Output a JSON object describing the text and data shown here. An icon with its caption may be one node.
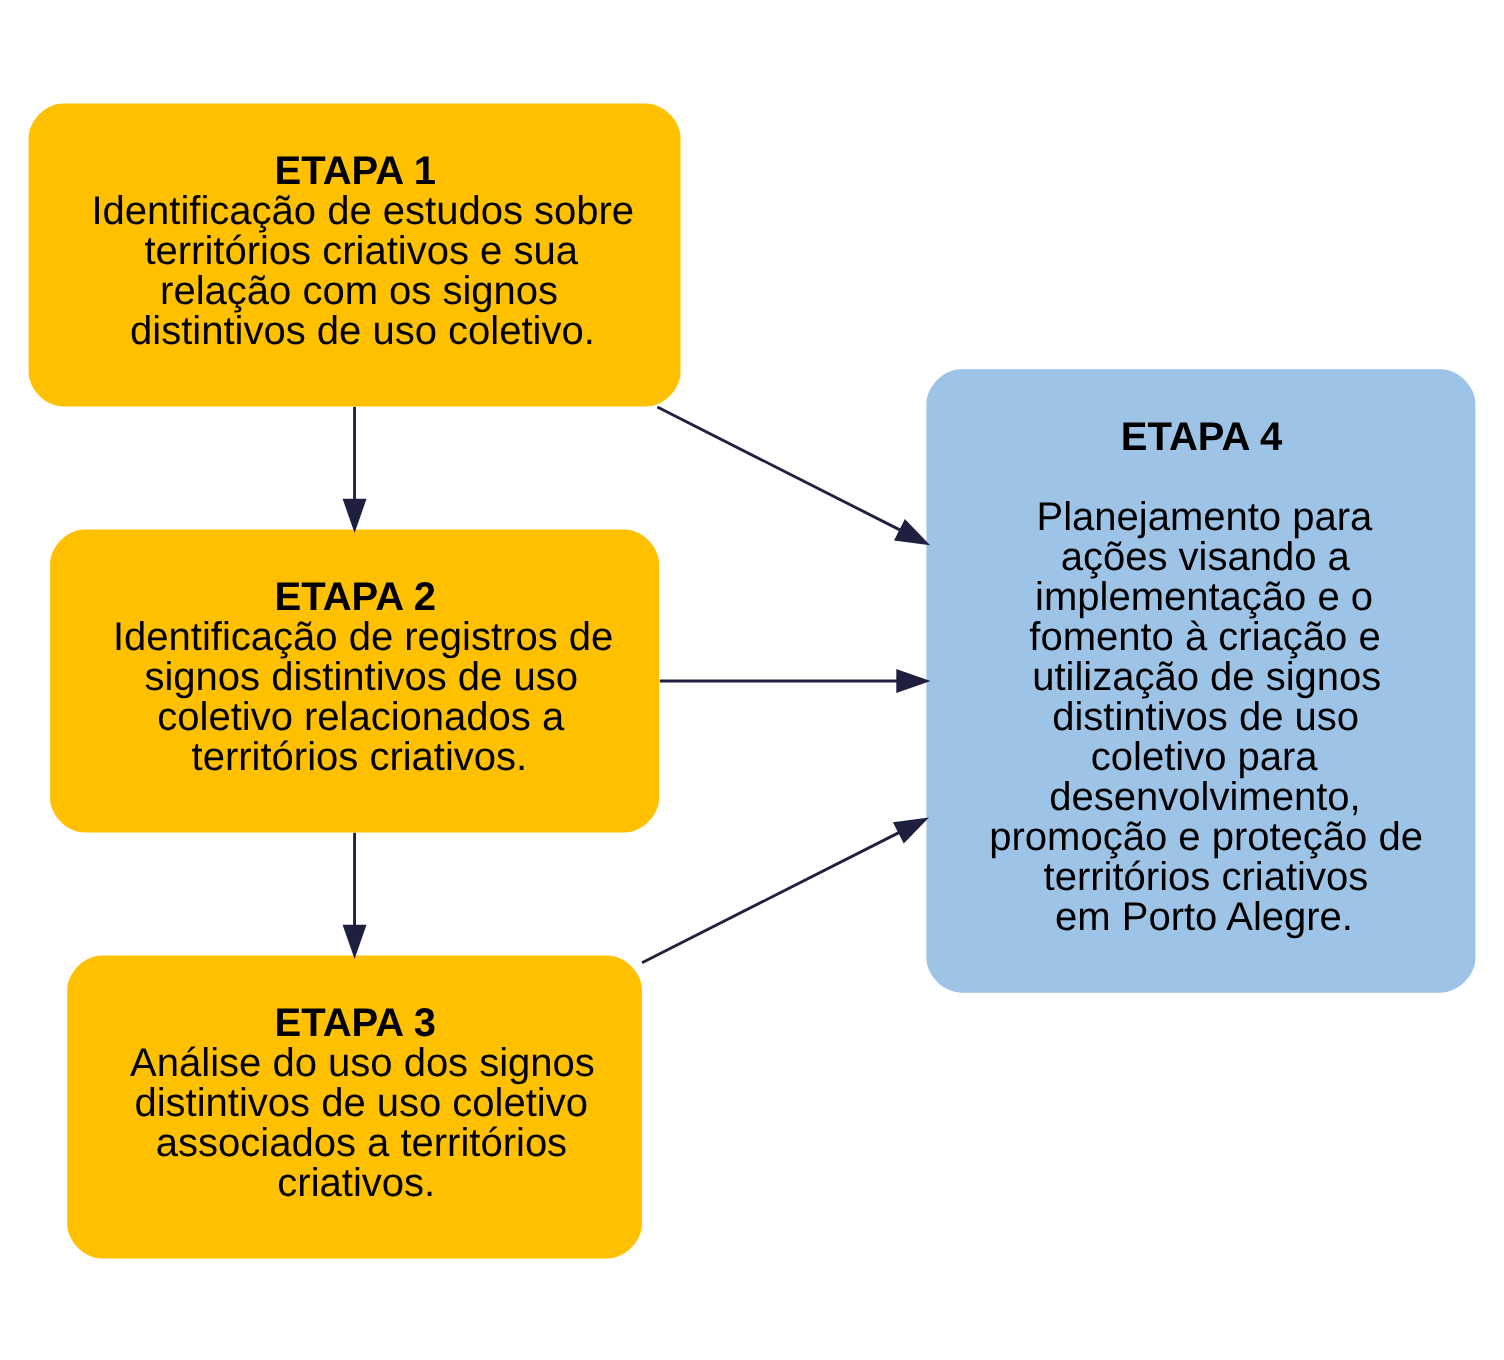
{
  "diagram": {
    "nodes": [
      {
        "text": [
          "ETAPA 1",
          "Identificação de estudos sobre territórios criativos e sua relação com os signos distintivos de uso coletivo."
        ]
      },
      {
        "text": [
          "ETAPA 2",
          "Identificação de registros de signos distintivos de uso coletivo relacionados a territórios criativos."
        ]
      },
      {
        "text": [
          "ETAPA 3",
          "Análise do uso dos signos distintivos de uso coletivo associados a territórios criativos."
        ]
      },
      {
        "text": [
          "ETAPA 4",
          "Planejamento para ações visando a implementação e o fomento à criação e utilização de signos distintivos de uso coletivo para desenvolvimento, promoção e proteção de territórios criativos em Porto Alegre."
        ]
      }
    ],
    "edges": [
      {
        "from": 0,
        "to": 1,
        "arrow": "to"
      },
      {
        "from": 1,
        "to": 2,
        "arrow": "to"
      },
      {
        "from": 0,
        "to": 3,
        "arrow": "to"
      },
      {
        "from": 1,
        "to": 3,
        "arrow": "to"
      },
      {
        "from": 2,
        "to": 3,
        "arrow": "to"
      }
    ]
  }
}
